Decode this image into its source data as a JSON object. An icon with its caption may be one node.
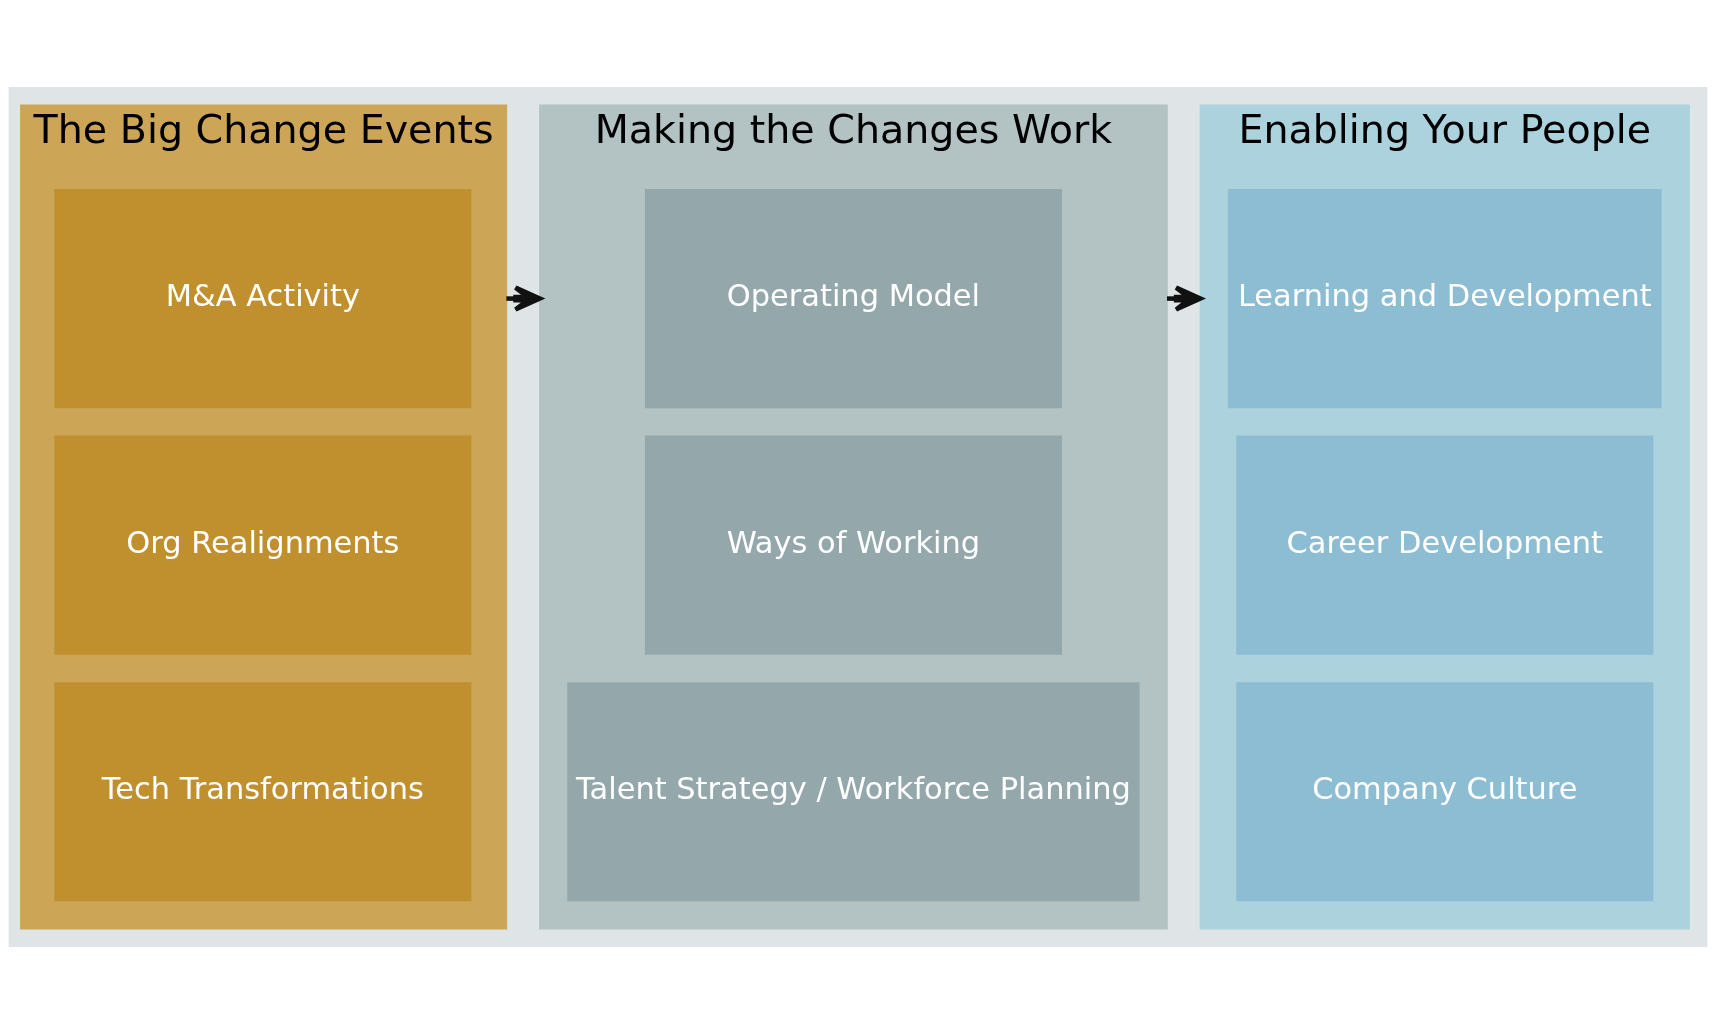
{
  "diagram": {
    "nodes": [
      {
        "text": [
          "The Big Change Events"
        ]
      },
      {
        "text": [
          "M&A Activity"
        ],
        "in": 0
      },
      {
        "text": [
          "Org Realignments"
        ],
        "in": 0
      },
      {
        "text": [
          "Tech Transformations"
        ],
        "in": 0
      },
      {
        "text": [
          "Making the Changes Work"
        ]
      },
      {
        "text": [
          "Operating Model"
        ],
        "in": 4
      },
      {
        "text": [
          "Ways of Working"
        ],
        "in": 4
      },
      {
        "text": [
          "Talent Strategy / Workforce Planning"
        ],
        "in": 4
      },
      {
        "text": [
          "Enabling Your People"
        ]
      },
      {
        "text": [
          "Learning and Development"
        ],
        "in": 8
      },
      {
        "text": [
          "Career Development"
        ],
        "in": 8
      },
      {
        "text": [
          "Company Culture"
        ],
        "in": 8
      }
    ],
    "edges": [
      {
        "from": 0,
        "to": 4,
        "arrow": "to"
      },
      {
        "from": 4,
        "to": 8,
        "arrow": "to"
      }
    ]
  }
}
